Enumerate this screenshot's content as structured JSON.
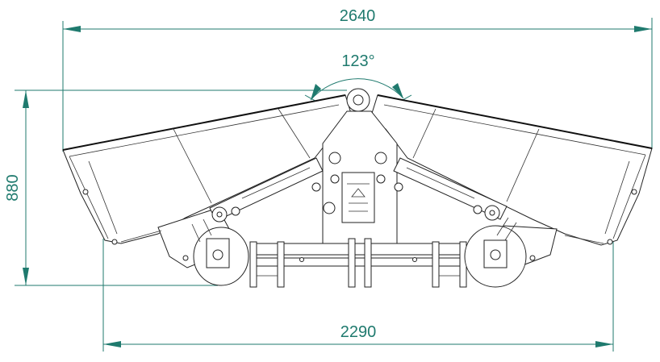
{
  "dimensions": {
    "overall_width": "2640",
    "height": "880",
    "angle": "123°",
    "lower_width": "2290"
  },
  "colors": {
    "dimension": "#1f7a6e",
    "outline": "#222222",
    "background": "#ffffff"
  }
}
